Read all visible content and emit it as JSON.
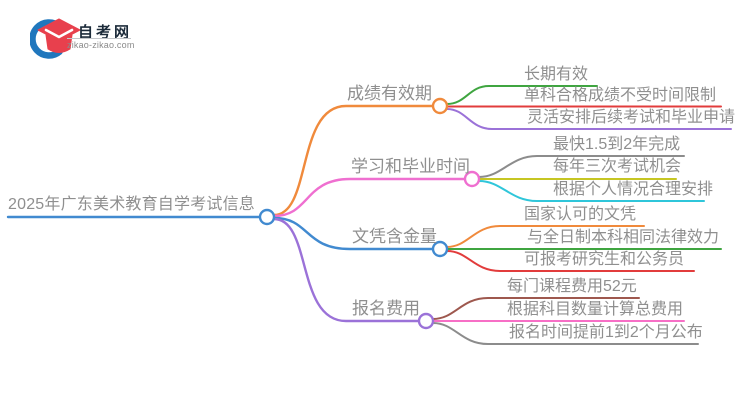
{
  "logo": {
    "title": "自考网",
    "domain": "zikao-zikao.com",
    "icon": "graduation-cap-with-blue-arc",
    "cap_color": "#e8404d",
    "arc_color": "#2077bd"
  },
  "mindmap": {
    "root": {
      "label": "2025年广东美术教育自学考试信息",
      "color": "#418ad0"
    },
    "branches": [
      {
        "label": "成绩有效期",
        "color": "#f08a3c",
        "children": [
          {
            "label": "长期有效",
            "color": "#3fa540"
          },
          {
            "label": "单科合格成绩不受时间限制",
            "color": "#e23c3c"
          },
          {
            "label": "灵活安排后续考试和毕业申请",
            "color": "#9b72d8"
          }
        ]
      },
      {
        "label": "学习和毕业时间",
        "color": "#ef6fd0",
        "children": [
          {
            "label": "最快1.5到2年完成",
            "color": "#8c8c8c"
          },
          {
            "label": "每年三次考试机会",
            "color": "#c6c623"
          },
          {
            "label": "根据个人情况合理安排",
            "color": "#2fc6da"
          }
        ]
      },
      {
        "label": "文凭含金量",
        "color": "#418ad0",
        "children": [
          {
            "label": "国家认可的文凭",
            "color": "#f08a3c"
          },
          {
            "label": "与全日制本科相同法律效力",
            "color": "#3fa540"
          },
          {
            "label": "可报考研究生和公务员",
            "color": "#e23c3c"
          }
        ]
      },
      {
        "label": "报名费用",
        "color": "#9b72d8",
        "children": [
          {
            "label": "每门课程费用52元",
            "color": "#9e584e"
          },
          {
            "label": "根据科目数量计算总费用",
            "color": "#f76fc6"
          },
          {
            "label": "报名时间提前1到2个月公布",
            "color": "#8c8c8c"
          }
        ]
      }
    ]
  }
}
